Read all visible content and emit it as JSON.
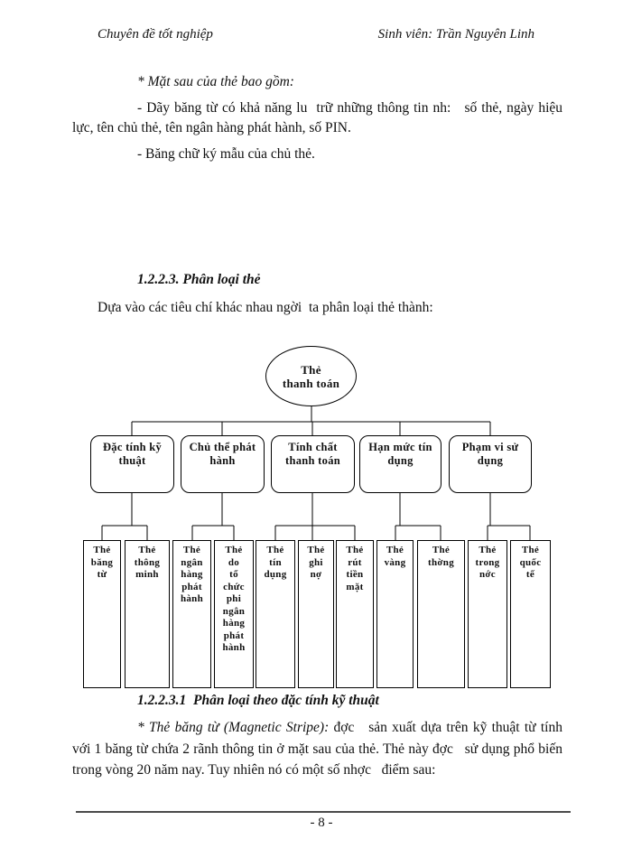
{
  "page": {
    "header": {
      "course": "Chuyên đề tốt nghiệp",
      "student": "Sinh viên: Trần Nguyên Linh"
    },
    "content": {
      "p_back_side": "* Mặt sau của thẻ bao gồm:",
      "p_magnetic_band": "- Dãy băng từ có khả năng lu  trữ những thông tin nh:   số thẻ, ngày hiệu lực, tên chủ thẻ, tên ngân hàng phát hành, số PIN.",
      "p_signature": "- Băng chữ ký mẫu của chủ thẻ.",
      "section_heading": "1.2.2.3. Phân loại thẻ",
      "p_intro": "Dựa vào các tiêu chí khác nhau ngời  ta phân loại thẻ thành:",
      "subsection_heading": "1.2.2.3.1  Phân loại theo đặc tính kỹ thuật",
      "p_magnetic_lead": "* Thẻ băng từ (Magnetic Stripe): ",
      "p_magnetic_rest": "đợc   sản xuất dựa trên kỹ thuật từ tính với 1 băng từ chứa 2 rãnh thông tin ở mặt sau của thẻ. Thẻ này đợc   sử dụng phổ biến trong vòng 20 năm nay. Tuy nhiên nó có một số nhợc   điểm sau:"
    },
    "footer": {
      "page_number": "- 8 -"
    }
  },
  "diagram": {
    "root": {
      "label": "Thẻ\nthanh toán"
    },
    "branches": [
      {
        "label": "Đặc tính kỹ\nthuật",
        "children": [
          {
            "label": "Thẻ\nbăng\ntừ"
          },
          {
            "label": "Thẻ\nthông\nminh"
          }
        ]
      },
      {
        "label": "Chủ thể phát\nhành",
        "children": [
          {
            "label": "Thẻ\nngân\nhàng\nphát\nhành"
          },
          {
            "label": "Thẻ\ndo\ntổ\nchức\nphi\nngân\nhàng\nphát\nhành"
          }
        ]
      },
      {
        "label": "Tính chất\nthanh toán",
        "children": [
          {
            "label": "Thẻ\ntín\ndụng"
          },
          {
            "label": "Thẻ\nghi\nnợ"
          },
          {
            "label": "Thẻ\nrút\ntiền\nmặt"
          }
        ]
      },
      {
        "label": "Hạn mức tín\ndụng",
        "children": [
          {
            "label": "Thẻ\nvàng"
          },
          {
            "label": "Thẻ\nthờng"
          }
        ]
      },
      {
        "label": "Phạm vi sử\ndụng",
        "children": [
          {
            "label": "Thẻ\ntrong\nnớc"
          },
          {
            "label": "Thẻ\nquốc\ntế"
          }
        ]
      }
    ]
  }
}
